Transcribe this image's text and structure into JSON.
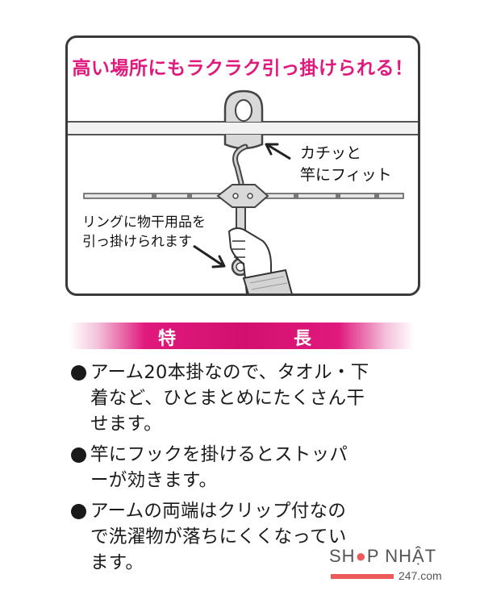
{
  "panel": {
    "headline": "高い場所にもラクラク引っ掛けられる！",
    "callout_right": "カチッと\n竿にフィット",
    "callout_left": "リングに物干用品を\n引っ掛けられます"
  },
  "banner": {
    "char1": "特",
    "char2": "長"
  },
  "features": [
    "アーム20本掛なので、タオル・下\n着など、ひとまとめにたくさん干\nせます。",
    "竿にフックを掛けるとストッパ\nーが効きます。",
    "アームの両端はクリップ付なの\nで洗濯物が落ちにくくなってい\nます。"
  ],
  "logo": {
    "part1": "SH",
    "part2": "P NHẬT",
    "sub": "247.com"
  },
  "colors": {
    "accent": "#e0197d",
    "logo_red": "#ec5a5a"
  }
}
